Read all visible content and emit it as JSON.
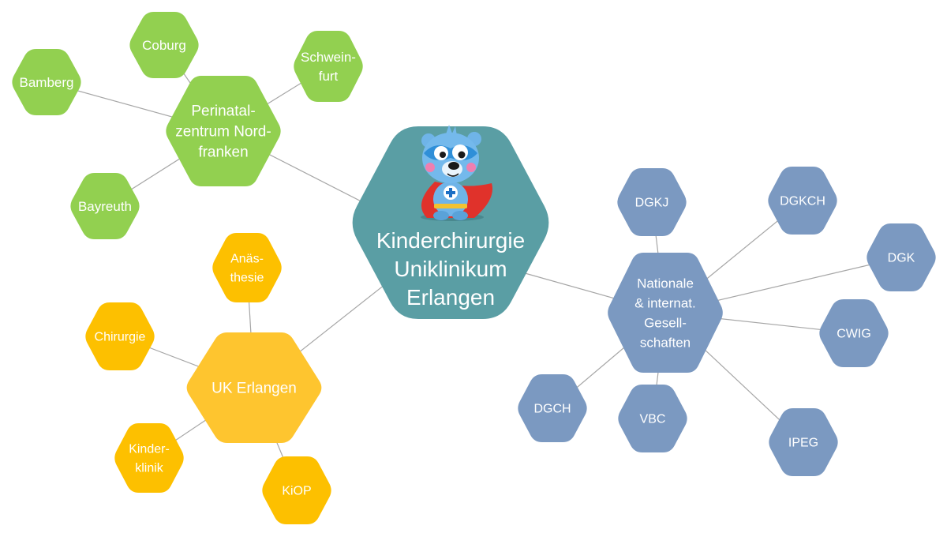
{
  "colors": {
    "green": "#92d050",
    "yellow": "#fec52f",
    "yellow_dark": "#fdc000",
    "blue": "#7b99c1",
    "teal": "#5a9ea4",
    "edge": "#a6a6a6"
  },
  "center": {
    "lines": [
      "Kinderchirurgie",
      "Uniklinikum",
      "Erlangen"
    ],
    "mascot_icon": "superhero-bear-mascot-icon"
  },
  "green_group": {
    "hub": [
      "Perinatal-",
      "zentrum Nord-",
      "franken"
    ],
    "satellites": [
      [
        "Coburg"
      ],
      [
        "Schwein-",
        "furt"
      ],
      [
        "Bamberg"
      ],
      [
        "Bayreuth"
      ]
    ]
  },
  "yellow_group": {
    "hub": [
      "UK Erlangen"
    ],
    "satellites": [
      [
        "Anäs-",
        "thesie"
      ],
      [
        "Chirurgie"
      ],
      [
        "Kinder-",
        "klinik"
      ],
      [
        "KiOP"
      ]
    ]
  },
  "blue_group": {
    "hub": [
      "Nationale",
      "& internat.",
      "Gesell-",
      "schaften"
    ],
    "satellites": [
      [
        "DGKJ"
      ],
      [
        "DGKCH"
      ],
      [
        "DGK"
      ],
      [
        "CWIG"
      ],
      [
        "IPEG"
      ],
      [
        "VBC"
      ],
      [
        "DGCH"
      ]
    ]
  }
}
